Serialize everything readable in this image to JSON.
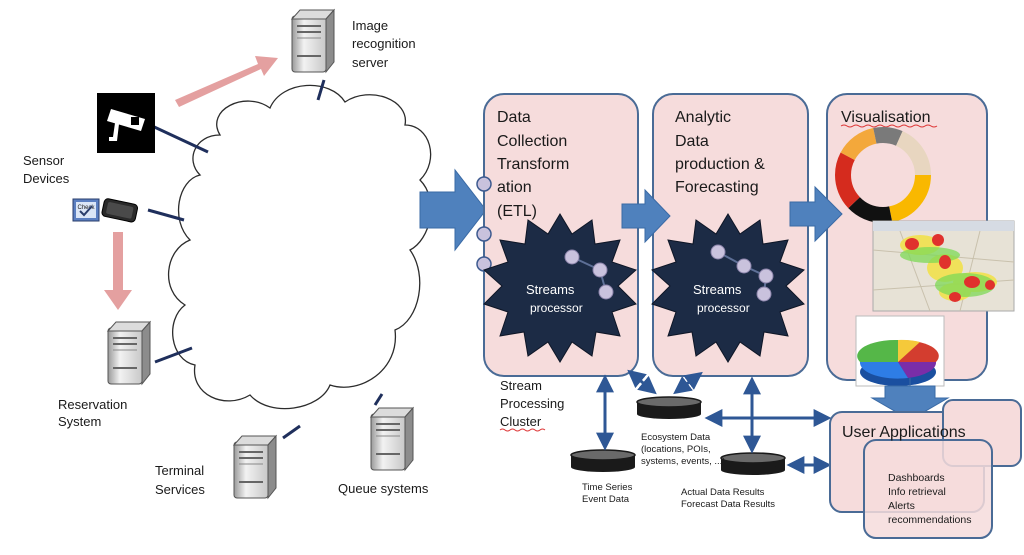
{
  "labels": {
    "image_server": [
      "Image",
      "recognition",
      "server"
    ],
    "sensor_devices": [
      "Sensor",
      "Devices"
    ],
    "reservation": [
      "Reservation",
      "System"
    ],
    "terminal": [
      "Terminal",
      "Services"
    ],
    "queue": "Queue systems",
    "etl": [
      "Data",
      "Collection",
      "Transform",
      "ation",
      "(ETL)"
    ],
    "analytic": [
      "Analytic",
      "Data",
      "production &",
      "Forecasting"
    ],
    "visualisation": "Visualisation",
    "streams": [
      "Streams",
      "processor"
    ],
    "cluster": [
      "Stream",
      "Processing",
      "Cluster"
    ],
    "ecosystem": [
      "Ecosystem Data",
      "(locations, POIs,",
      "systems, events, ...)"
    ],
    "timeseries": [
      "Time Series",
      "Event Data"
    ],
    "results": [
      "Actual Data Results",
      "Forecast Data Results"
    ],
    "user_apps": "User Applications",
    "apps_list": [
      "Dashboards",
      "Info retrieval",
      "Alerts",
      "recommendations"
    ],
    "sensor_icon_text": "Check"
  },
  "colors": {
    "stage_fill": "#f6dcdc",
    "stage_border": "#4a6b96",
    "arrow_blue": "#4f81bd",
    "arrow_pink": "#e4a0a0",
    "streams_fill": "#1c2b45",
    "node_fill": "#c9c2dd",
    "link_dark": "#1f2f5c"
  }
}
